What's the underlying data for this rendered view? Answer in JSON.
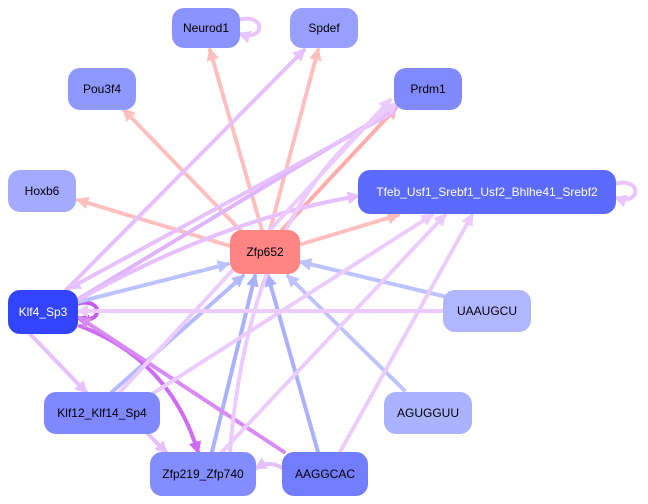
{
  "diagram": {
    "type": "gene-regulatory-network",
    "nodes": [
      {
        "id": "Neurod1",
        "label": "Neurod1",
        "fill": "#8b93ff",
        "text": "#000000"
      },
      {
        "id": "Spdef",
        "label": "Spdef",
        "fill": "#98a0ff",
        "text": "#000000"
      },
      {
        "id": "Pou3f4",
        "label": "Pou3f4",
        "fill": "#8f98ff",
        "text": "#000000"
      },
      {
        "id": "Prdm1",
        "label": "Prdm1",
        "fill": "#8189ff",
        "text": "#000000"
      },
      {
        "id": "Hoxb6",
        "label": "Hoxb6",
        "fill": "#a3aaff",
        "text": "#000000"
      },
      {
        "id": "Tfeb",
        "label": "Tfeb_Usf1_Srebf1_Usf2_Bhlhe41_Srebf2",
        "fill": "#5b6bff",
        "text": "#ffffff"
      },
      {
        "id": "Zfp652",
        "label": "Zfp652",
        "fill": "#ff8585",
        "text": "#000000"
      },
      {
        "id": "Klf4",
        "label": "Klf4_Sp3",
        "fill": "#3344ff",
        "text": "#ffffff"
      },
      {
        "id": "UAAUGCU",
        "label": "UAAUGCU",
        "fill": "#b0b6ff",
        "text": "#000000"
      },
      {
        "id": "Klf12",
        "label": "Klf12_Klf14_Sp4",
        "fill": "#7f88ff",
        "text": "#000000"
      },
      {
        "id": "AGUGGUU",
        "label": "AGUGGUU",
        "fill": "#abb2ff",
        "text": "#000000"
      },
      {
        "id": "Zfp219",
        "label": "Zfp219_Zfp740",
        "fill": "#848dff",
        "text": "#000000"
      },
      {
        "id": "AAGGCAC",
        "label": "AAGGCAC",
        "fill": "#737dff",
        "text": "#000000"
      }
    ],
    "edges": [
      {
        "from": "Zfp652",
        "to": "Neurod1",
        "color": "#ffbfbf"
      },
      {
        "from": "Zfp652",
        "to": "Spdef",
        "color": "#ffbfbf"
      },
      {
        "from": "Zfp652",
        "to": "Pou3f4",
        "color": "#ffbfbf"
      },
      {
        "from": "Zfp652",
        "to": "Prdm1",
        "color": "#ffacac"
      },
      {
        "from": "Zfp652",
        "to": "Hoxb6",
        "color": "#ffbfbf"
      },
      {
        "from": "Zfp652",
        "to": "Tfeb",
        "color": "#ffbfbf"
      },
      {
        "from": "Neurod1",
        "to": "Neurod1",
        "color": "#e9c4ff",
        "self": true
      },
      {
        "from": "Tfeb",
        "to": "Tfeb",
        "color": "#e9c4ff",
        "self": true
      },
      {
        "from": "Klf4",
        "to": "Klf4",
        "color": "#c25cf0",
        "self": true
      },
      {
        "from": "Klf4",
        "to": "Zfp652",
        "color": "#bcc3ff"
      },
      {
        "from": "Klf12",
        "to": "Zfp652",
        "color": "#b3baff"
      },
      {
        "from": "Zfp219",
        "to": "Zfp652",
        "color": "#aab2ff"
      },
      {
        "from": "AAGGCAC",
        "to": "Zfp652",
        "color": "#aab2ff"
      },
      {
        "from": "AGUGGUU",
        "to": "Zfp652",
        "color": "#bcc3ff"
      },
      {
        "from": "UAAUGCU",
        "to": "Zfp652",
        "color": "#bcc3ff"
      },
      {
        "from": "UAAUGCU",
        "to": "Klf4",
        "color": "#ecccff"
      },
      {
        "from": "Klf4",
        "to": "Spdef",
        "color": "#e6c0ff"
      },
      {
        "from": "Klf4",
        "to": "Prdm1",
        "color": "#e0b4ff"
      },
      {
        "from": "Prdm1",
        "to": "Klf4",
        "color": "#e6c0ff"
      },
      {
        "from": "Klf4",
        "to": "Tfeb",
        "color": "#e6c0ff"
      },
      {
        "from": "Klf4",
        "to": "Klf12",
        "color": "#e6c0ff"
      },
      {
        "from": "Klf4",
        "to": "Zfp219",
        "color": "#cf6cf5"
      },
      {
        "from": "AAGGCAC",
        "to": "Klf4",
        "color": "#d98af7"
      },
      {
        "from": "Zfp219",
        "to": "Tfeb",
        "color": "#ecccff"
      },
      {
        "from": "Klf12",
        "to": "Tfeb",
        "color": "#ecccff"
      },
      {
        "from": "AAGGCAC",
        "to": "Tfeb",
        "color": "#ecccff"
      },
      {
        "from": "Zfp219",
        "to": "Prdm1",
        "color": "#ecccff"
      },
      {
        "from": "Klf12",
        "to": "Prdm1",
        "color": "#ecccff"
      },
      {
        "from": "AAGGCAC",
        "to": "Zfp219",
        "color": "#e6c0ff"
      },
      {
        "from": "Klf12",
        "to": "Zfp219",
        "color": "#e6c0ff"
      }
    ]
  }
}
